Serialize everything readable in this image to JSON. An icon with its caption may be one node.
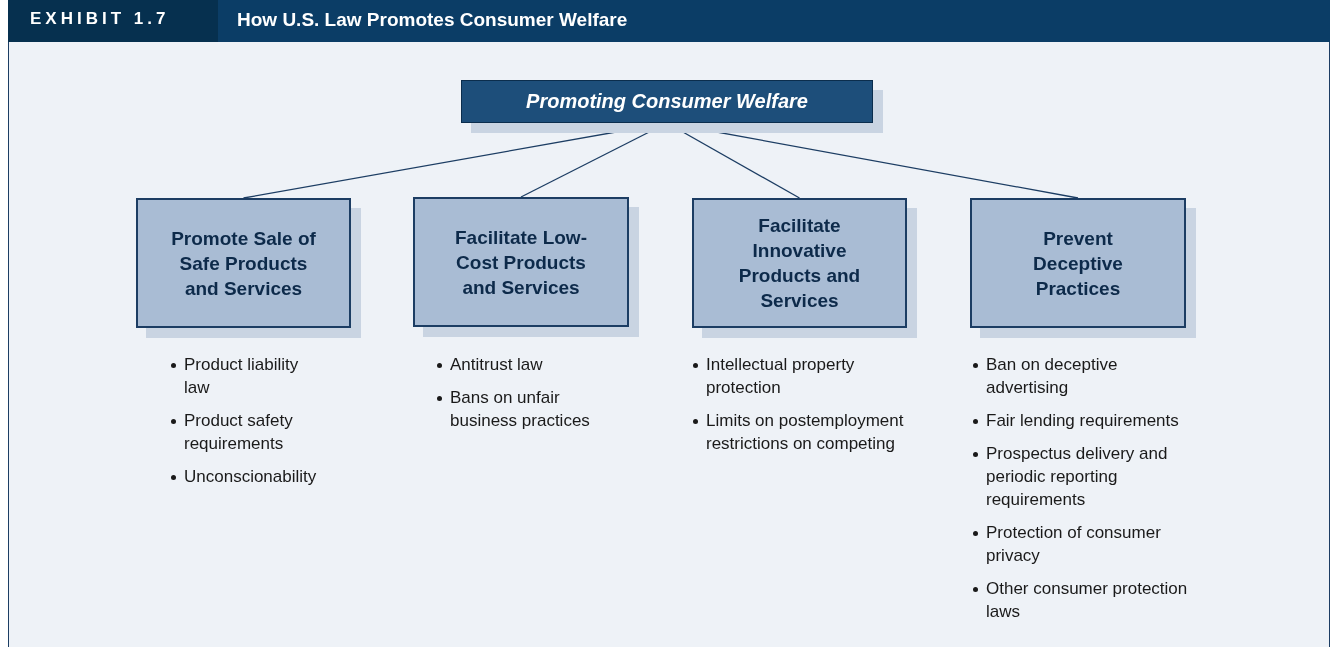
{
  "diagram": {
    "title": "How U.S. Law Promotes Consumer Welfare",
    "labels": [
      "EXHIBIT 1.7"
    ],
    "nodes": [
      {
        "text": [
          "Promoting Consumer Welfare"
        ]
      },
      {
        "text": [
          "Promote Sale of Safe Products and Services"
        ],
        "beside": [
          "Product liability law",
          "Product safety requirements",
          "Unconscionability"
        ]
      },
      {
        "text": [
          "Facilitate Low-Cost Products and Services"
        ],
        "beside": [
          "Antitrust law",
          "Bans on unfair business practices"
        ]
      },
      {
        "text": [
          "Facilitate Innovative Products and Services"
        ],
        "beside": [
          "Intellectual property protection",
          "Limits on postemployment restrictions on competing"
        ]
      },
      {
        "text": [
          "Prevent Deceptive Practices"
        ],
        "beside": [
          "Ban on deceptive advertising",
          "Fair lending requirements",
          "Prospectus delivery and periodic reporting requirements",
          "Protection of consumer privacy",
          "Other consumer protection laws"
        ]
      }
    ],
    "edges": [
      {
        "from": 0,
        "to": 1,
        "arrow": "none"
      },
      {
        "from": 0,
        "to": 2,
        "arrow": "none"
      },
      {
        "from": 0,
        "to": 3,
        "arrow": "none"
      },
      {
        "from": 0,
        "to": 4,
        "arrow": "none"
      }
    ]
  }
}
